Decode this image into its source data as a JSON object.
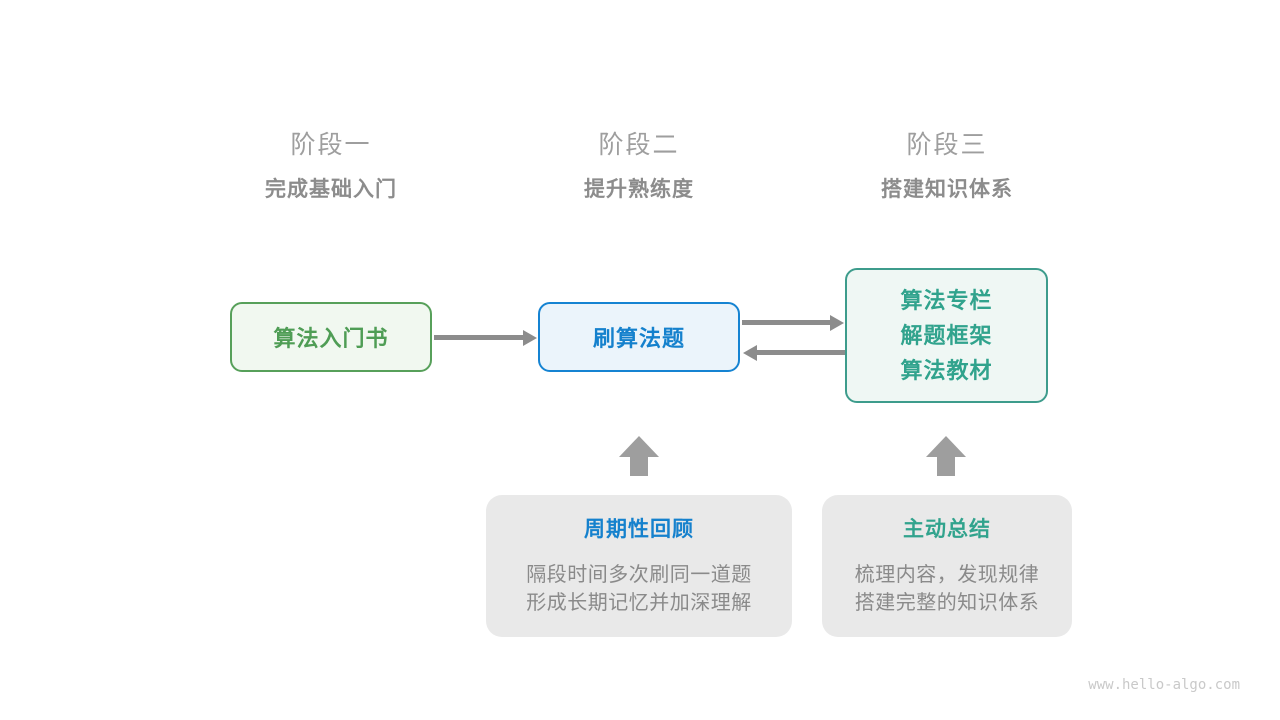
{
  "colors": {
    "green": "#57a05a",
    "green-bg": "#f1f8f0",
    "green-text": "#4f9d55",
    "blue": "#1583d2",
    "blue-bg": "#ebf4fb",
    "blue-text": "#1581cd",
    "teal": "#3d9c8c",
    "teal-bg": "#eff7f4",
    "teal-text": "#31a38d",
    "note-bg": "#e9e9e9",
    "arrow": "#8c8c8c",
    "block-arrow": "#9e9e9e",
    "header": "#9e9e9e",
    "subheader": "#8c8c8c",
    "body-text": "#8a8a8a",
    "watermark": "#c9c9c9"
  },
  "stages": [
    {
      "label": "阶段一",
      "subtitle": "完成基础入门"
    },
    {
      "label": "阶段二",
      "subtitle": "提升熟练度"
    },
    {
      "label": "阶段三",
      "subtitle": "搭建知识体系"
    }
  ],
  "flow": {
    "stage1_box": {
      "label": "算法入门书"
    },
    "stage2_box": {
      "label": "刷算法题"
    },
    "stage3_box": {
      "lines": [
        "算法专栏",
        "解题框架",
        "算法教材"
      ]
    }
  },
  "notes": {
    "review": {
      "title": "周期性回顾",
      "lines": [
        "隔段时间多次刷同一道题",
        "形成长期记忆并加深理解"
      ]
    },
    "summary": {
      "title": "主动总结",
      "lines": [
        "梳理内容，发现规律",
        "搭建完整的知识体系"
      ]
    }
  },
  "watermark": "www.hello-algo.com"
}
